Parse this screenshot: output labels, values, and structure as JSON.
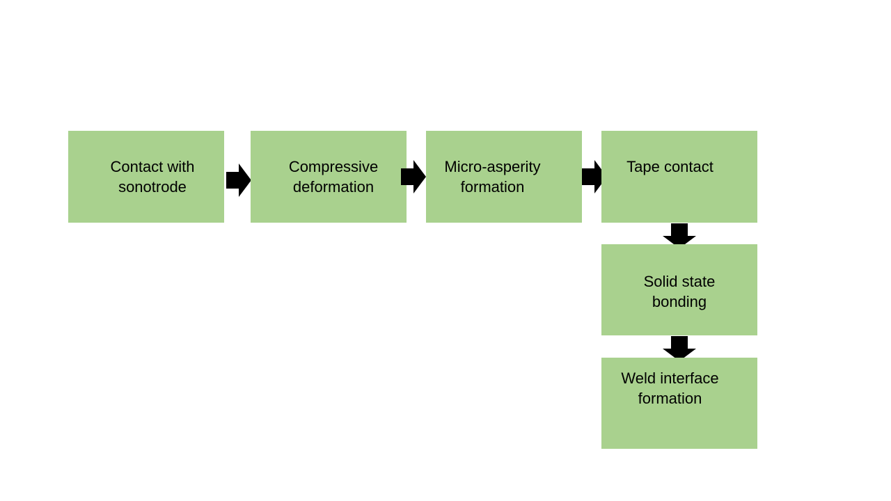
{
  "diagram": {
    "steps": [
      {
        "label": "Contact with\nsonotrode"
      },
      {
        "label": "Compressive\ndeformation"
      },
      {
        "label": "Micro-asperity\nformation"
      },
      {
        "label": "Tape contact"
      },
      {
        "label": "Solid state\nbonding"
      },
      {
        "label": "Weld interface\nformation"
      }
    ],
    "box_color": "#a9d18e",
    "arrow_color": "#000000"
  }
}
